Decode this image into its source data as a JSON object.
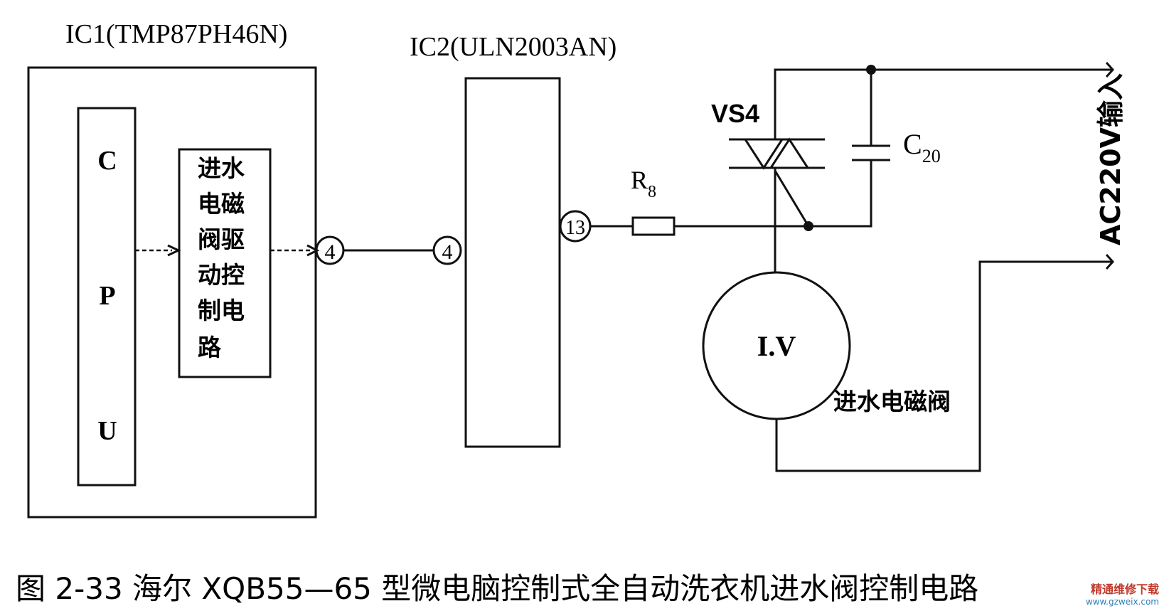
{
  "ic1": {
    "title": "IC1(TMP87PH46N)",
    "cpu_letters": [
      "C",
      "P",
      "U"
    ],
    "driver_lines": [
      "进水",
      "电磁",
      "阀驱",
      "动控",
      "制电",
      "路"
    ],
    "pin_out": "4"
  },
  "ic2": {
    "title": "IC2(ULN2003AN)",
    "pin_in": "4",
    "pin_out": "13"
  },
  "components": {
    "resistor": {
      "label": "R",
      "sub": "8"
    },
    "triac": {
      "label": "VS4"
    },
    "capacitor": {
      "label": "C",
      "sub": "20"
    },
    "valve": {
      "label": "I.V",
      "name": "进水电磁阀"
    }
  },
  "power": {
    "label": "AC220V输入"
  },
  "caption": "图 2-33   海尔 XQB55—65 型微电脑控制式全自动洗衣机进水阀控制电路",
  "watermark": {
    "line1": "精通维修下载",
    "line2": "www.gzweix.com"
  }
}
